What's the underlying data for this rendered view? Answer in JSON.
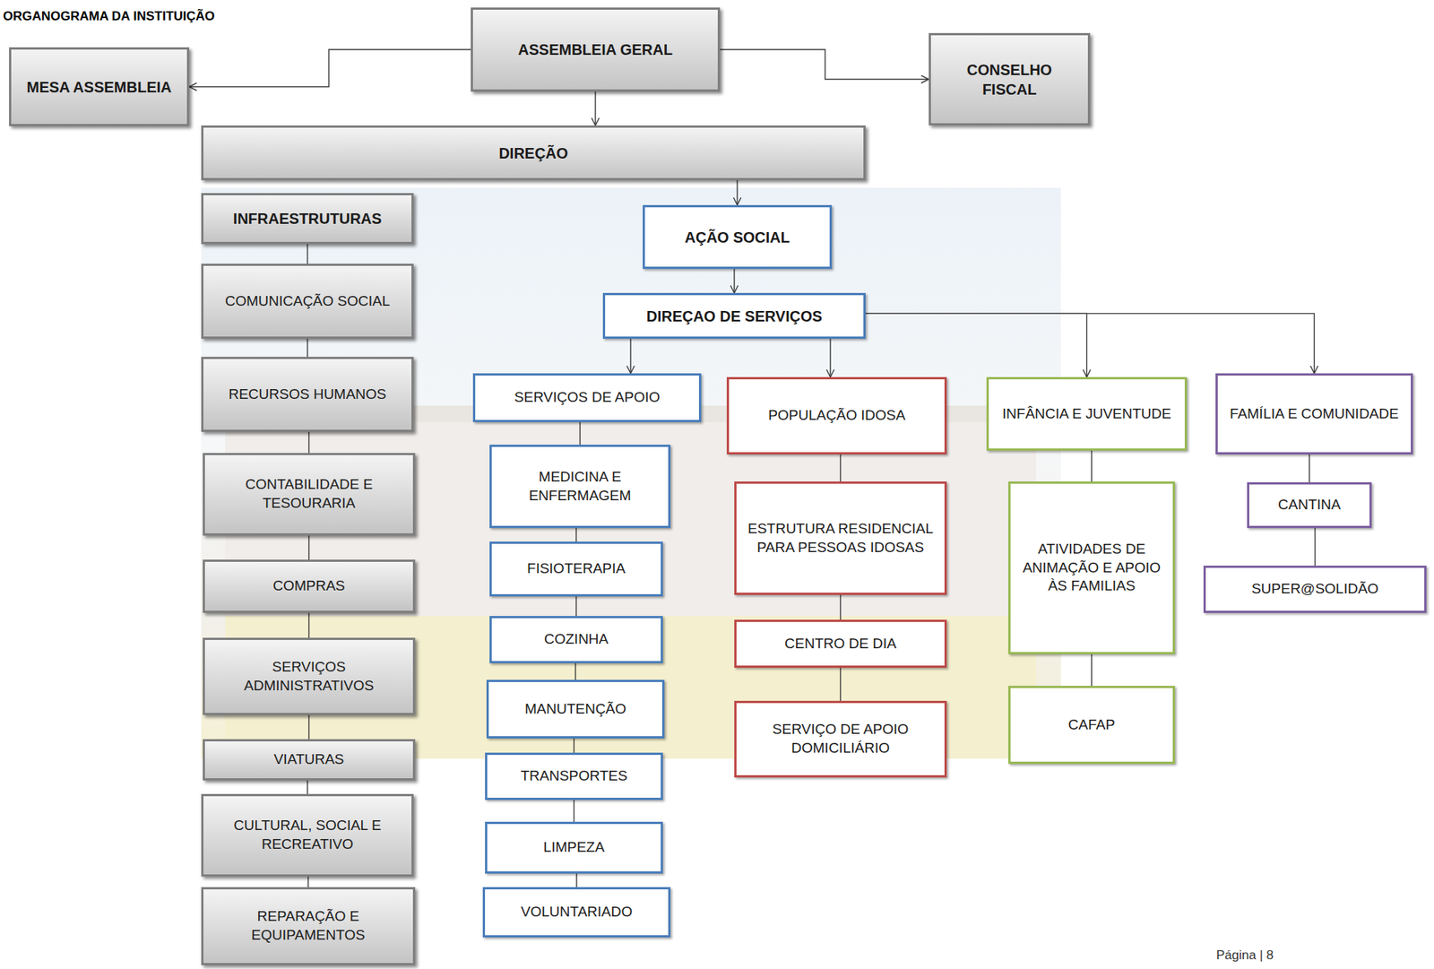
{
  "diagram": {
    "title": "ORGANOGRAMA DA INSTITUIÇÃO",
    "nodes": [
      {
        "text": [
          "ASSEMBLEIA GERAL"
        ]
      },
      {
        "text": [
          "MESA ASSEMBLEIA"
        ]
      },
      {
        "text": [
          "CONSELHO FISCAL"
        ]
      },
      {
        "text": [
          "DIREÇÃO"
        ]
      },
      {
        "text": [
          "INFRAESTRUTURAS"
        ]
      },
      {
        "text": [
          "COMUNICAÇÃO SOCIAL"
        ]
      },
      {
        "text": [
          "RECURSOS HUMANOS"
        ]
      },
      {
        "text": [
          "CONTABILIDADE E TESOURARIA"
        ]
      },
      {
        "text": [
          "COMPRAS"
        ]
      },
      {
        "text": [
          "SERVIÇOS ADMINISTRATIVOS"
        ]
      },
      {
        "text": [
          "VIATURAS"
        ]
      },
      {
        "text": [
          "CULTURAL, SOCIAL E RECREATIVO"
        ]
      },
      {
        "text": [
          "REPARAÇÃO E EQUIPAMENTOS"
        ]
      },
      {
        "text": [
          "AÇÃO SOCIAL"
        ]
      },
      {
        "text": [
          "DIREÇAO DE SERVIÇOS"
        ]
      },
      {
        "text": [
          "SERVIÇOS DE APOIO"
        ]
      },
      {
        "text": [
          "MEDICINA E ENFERMAGEM"
        ]
      },
      {
        "text": [
          "FISIOTERAPIA"
        ]
      },
      {
        "text": [
          "COZINHA"
        ]
      },
      {
        "text": [
          "MANUTENÇÃO"
        ]
      },
      {
        "text": [
          "TRANSPORTES"
        ]
      },
      {
        "text": [
          "LIMPEZA"
        ]
      },
      {
        "text": [
          "VOLUNTARIADO"
        ]
      },
      {
        "text": [
          "POPULAÇÃO IDOSA"
        ]
      },
      {
        "text": [
          "ESTRUTURA RESIDENCIAL PARA PESSOAS IDOSAS"
        ]
      },
      {
        "text": [
          "CENTRO DE DIA"
        ]
      },
      {
        "text": [
          "SERVIÇO DE APOIO DOMICILIÁRIO"
        ]
      },
      {
        "text": [
          "INFÂNCIA E JUVENTUDE"
        ]
      },
      {
        "text": [
          "ATIVIDADES DE ANIMAÇÃO E APOIO ÀS FAMILIAS"
        ]
      },
      {
        "text": [
          "CAFAP"
        ]
      },
      {
        "text": [
          "FAMÍLIA E COMUNIDADE"
        ]
      },
      {
        "text": [
          "CANTINA"
        ]
      },
      {
        "text": [
          "SUPER@SOLIDÃO"
        ]
      }
    ],
    "edges": [
      {
        "from": 0,
        "to": 1,
        "arrow": "to"
      },
      {
        "from": 0,
        "to": 2,
        "arrow": "to"
      },
      {
        "from": 0,
        "to": 3,
        "arrow": "to"
      },
      {
        "from": 3,
        "to": 13,
        "arrow": "to"
      },
      {
        "from": 13,
        "to": 14,
        "arrow": "to"
      },
      {
        "from": 14,
        "to": 15,
        "arrow": "to"
      },
      {
        "from": 14,
        "to": 23,
        "arrow": "to"
      },
      {
        "from": 14,
        "to": 27,
        "arrow": "to"
      },
      {
        "from": 14,
        "to": 30,
        "arrow": "to"
      },
      {
        "from": 4,
        "to": 5,
        "arrow": "none"
      },
      {
        "from": 5,
        "to": 6,
        "arrow": "none"
      },
      {
        "from": 6,
        "to": 7,
        "arrow": "none"
      },
      {
        "from": 7,
        "to": 8,
        "arrow": "none"
      },
      {
        "from": 8,
        "to": 9,
        "arrow": "none"
      },
      {
        "from": 9,
        "to": 10,
        "arrow": "none"
      },
      {
        "from": 10,
        "to": 11,
        "arrow": "none"
      },
      {
        "from": 11,
        "to": 12,
        "arrow": "none"
      },
      {
        "from": 15,
        "to": 16,
        "arrow": "none"
      },
      {
        "from": 16,
        "to": 17,
        "arrow": "none"
      },
      {
        "from": 17,
        "to": 18,
        "arrow": "none"
      },
      {
        "from": 18,
        "to": 19,
        "arrow": "none"
      },
      {
        "from": 19,
        "to": 20,
        "arrow": "none"
      },
      {
        "from": 20,
        "to": 21,
        "arrow": "none"
      },
      {
        "from": 21,
        "to": 22,
        "arrow": "none"
      },
      {
        "from": 23,
        "to": 24,
        "arrow": "none"
      },
      {
        "from": 24,
        "to": 25,
        "arrow": "none"
      },
      {
        "from": 25,
        "to": 26,
        "arrow": "none"
      },
      {
        "from": 27,
        "to": 28,
        "arrow": "none"
      },
      {
        "from": 28,
        "to": 29,
        "arrow": "none"
      },
      {
        "from": 30,
        "to": 31,
        "arrow": "none"
      },
      {
        "from": 31,
        "to": 32,
        "arrow": "none"
      }
    ],
    "labels": [
      "Página | 8"
    ]
  }
}
